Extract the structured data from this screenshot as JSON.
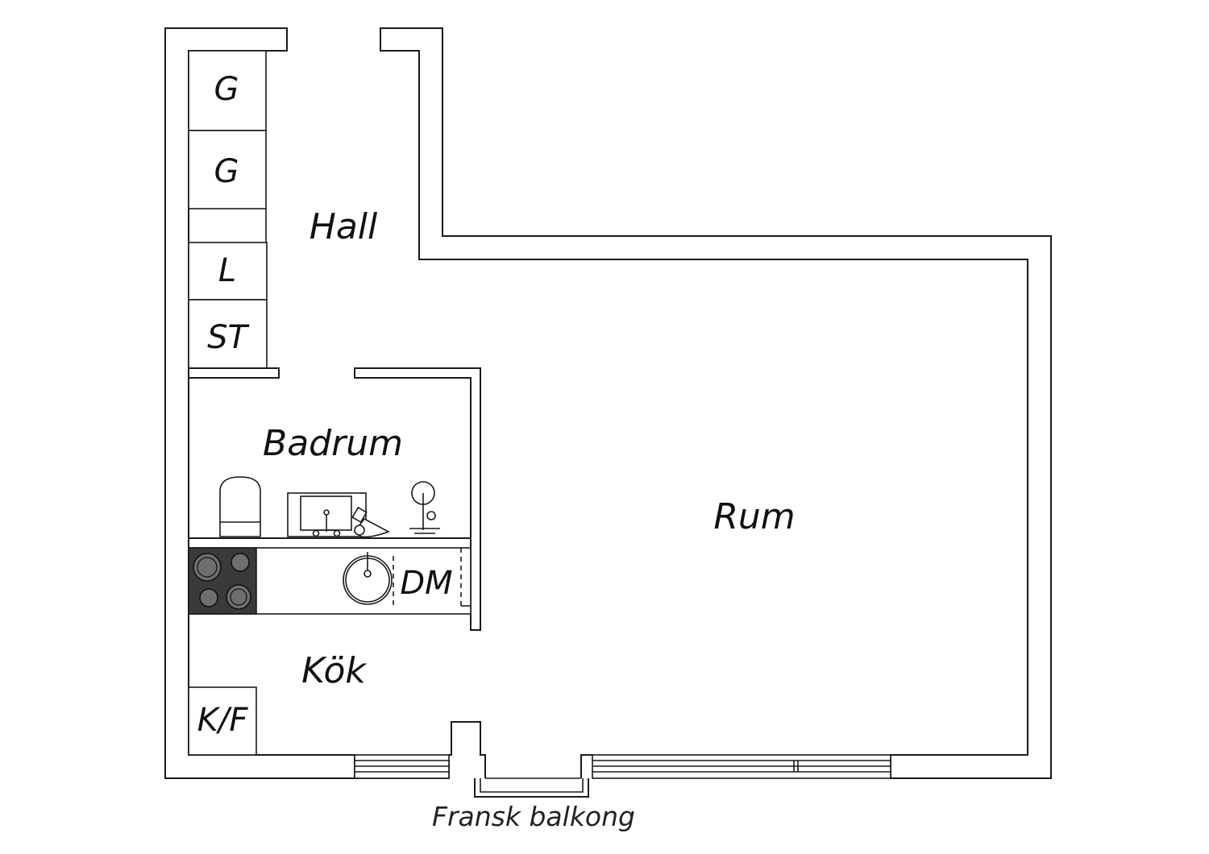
{
  "colors": {
    "line": "#1a1a1a",
    "stove": "#3a3a3a",
    "burner": "#6e6e6e",
    "background": "#ffffff"
  },
  "rooms": {
    "hall": "Hall",
    "rum": "Rum",
    "badrum": "Badrum",
    "kok": "Kök"
  },
  "closets": {
    "g1": "G",
    "g2": "G",
    "l": "L",
    "st": "ST"
  },
  "appliances": {
    "dishwasher": "DM",
    "fridge_freezer": "K/F"
  },
  "balcony_caption": "Fransk balkong"
}
